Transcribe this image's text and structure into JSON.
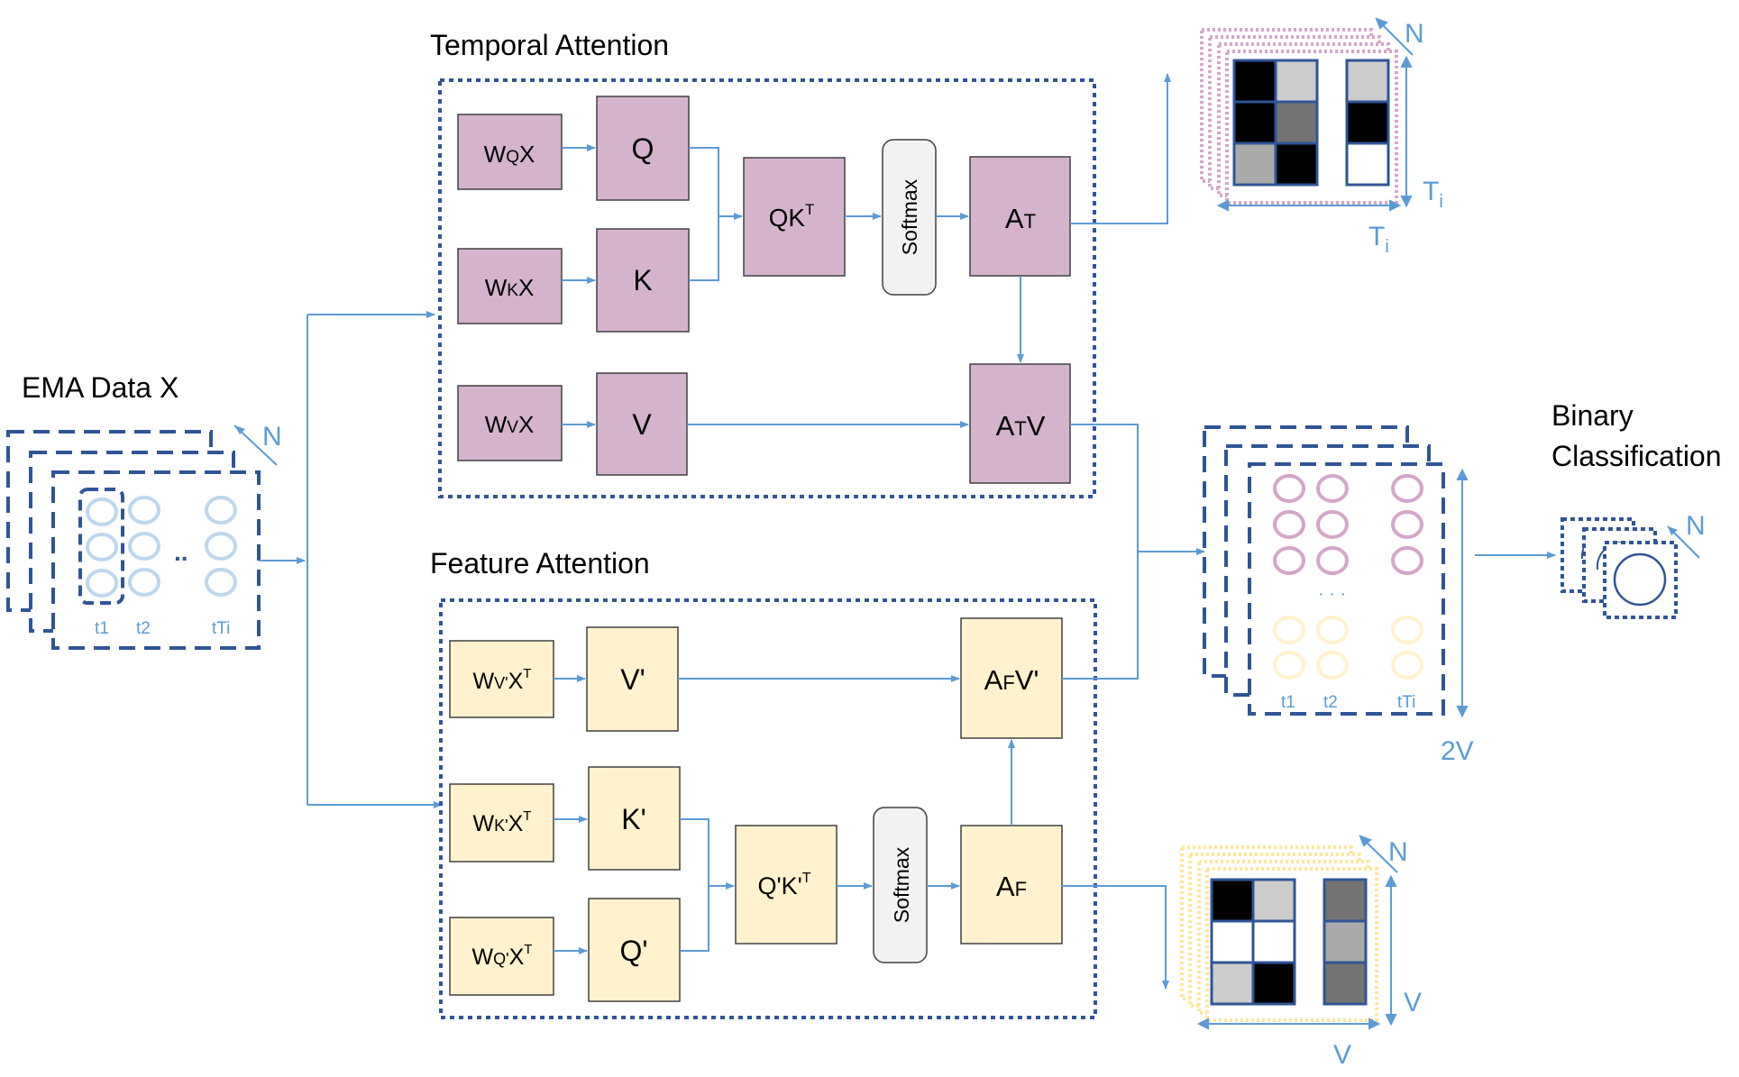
{
  "labels": {
    "ema_data": "EMA Data X",
    "temporal_attention": "Temporal Attention",
    "feature_attention": "Feature Attention",
    "binary_line1": "Binary",
    "binary_line2": "Classification"
  },
  "input_block": {
    "n": "N",
    "t1": "t1",
    "t2": "t2",
    "dots": "..",
    "tTi": "tTi"
  },
  "temporal": {
    "wqx": {
      "w": "W",
      "sub": "Q",
      "x": "X"
    },
    "wkx": {
      "w": "W",
      "sub": "K",
      "x": "X"
    },
    "wvx": {
      "w": "W",
      "sub": "V",
      "x": "X"
    },
    "q": "Q",
    "k": "K",
    "v": "V",
    "qkt": {
      "base": "QK",
      "sup": "T"
    },
    "softmax": "Softmax",
    "at": {
      "a": "A",
      "sub": "T"
    },
    "atv": {
      "a": "A",
      "sub": "T",
      "tail": "V"
    }
  },
  "feature": {
    "wv": {
      "w": "W",
      "sub": "V'",
      "x": "X",
      "sup": "T"
    },
    "wk": {
      "w": "W",
      "sub": "K'",
      "x": "X",
      "sup": "T"
    },
    "wq": {
      "w": "W",
      "sub": "Q'",
      "x": "X",
      "sup": "T"
    },
    "v": "V'",
    "k": "K'",
    "q": "Q'",
    "qk": {
      "base": "Q'K'",
      "sup": "T"
    },
    "softmax": "Softmax",
    "af": {
      "a": "A",
      "sub": "F"
    },
    "afv": {
      "a": "A",
      "sub": "F",
      "tail": "V'"
    }
  },
  "temporal_map": {
    "n": "N",
    "ti_right": {
      "base": "T",
      "sub": "i"
    },
    "ti_bottom": {
      "base": "T",
      "sub": "i"
    },
    "left_cells": [
      "#000000",
      "#cccccc",
      "#000000",
      "#737373",
      "#aaaaaa",
      "#000000"
    ],
    "right_cells": [
      "#cccccc",
      "#000000",
      "#ffffff"
    ]
  },
  "feature_map": {
    "n": "N",
    "v_right": "V",
    "v_bottom": "V",
    "left_cells": [
      "#000000",
      "#cccccc",
      "#ffffff",
      "#ffffff",
      "#cccccc",
      "#000000"
    ],
    "right_cells": [
      "#737373",
      "#aaaaaa",
      "#737373"
    ]
  },
  "combined": {
    "t1": "t1",
    "t2": "t2",
    "tTi": "tTi",
    "dots": "· · ·",
    "height": "2V"
  },
  "output": {
    "n": "N"
  },
  "colors": {
    "purple_fill": "#d5b3cd",
    "yellow_fill": "#fff2cc",
    "dark_border": "#2f5597",
    "box_border": "#404040",
    "arrow": "#5b9bd5",
    "text_blue": "#5b9bd5",
    "input_circle": "#bdd7ee",
    "purple_circle": "#d5a6c8",
    "yellow_circle": "#fff2cc",
    "softmax_fill": "#f2f2f2"
  }
}
